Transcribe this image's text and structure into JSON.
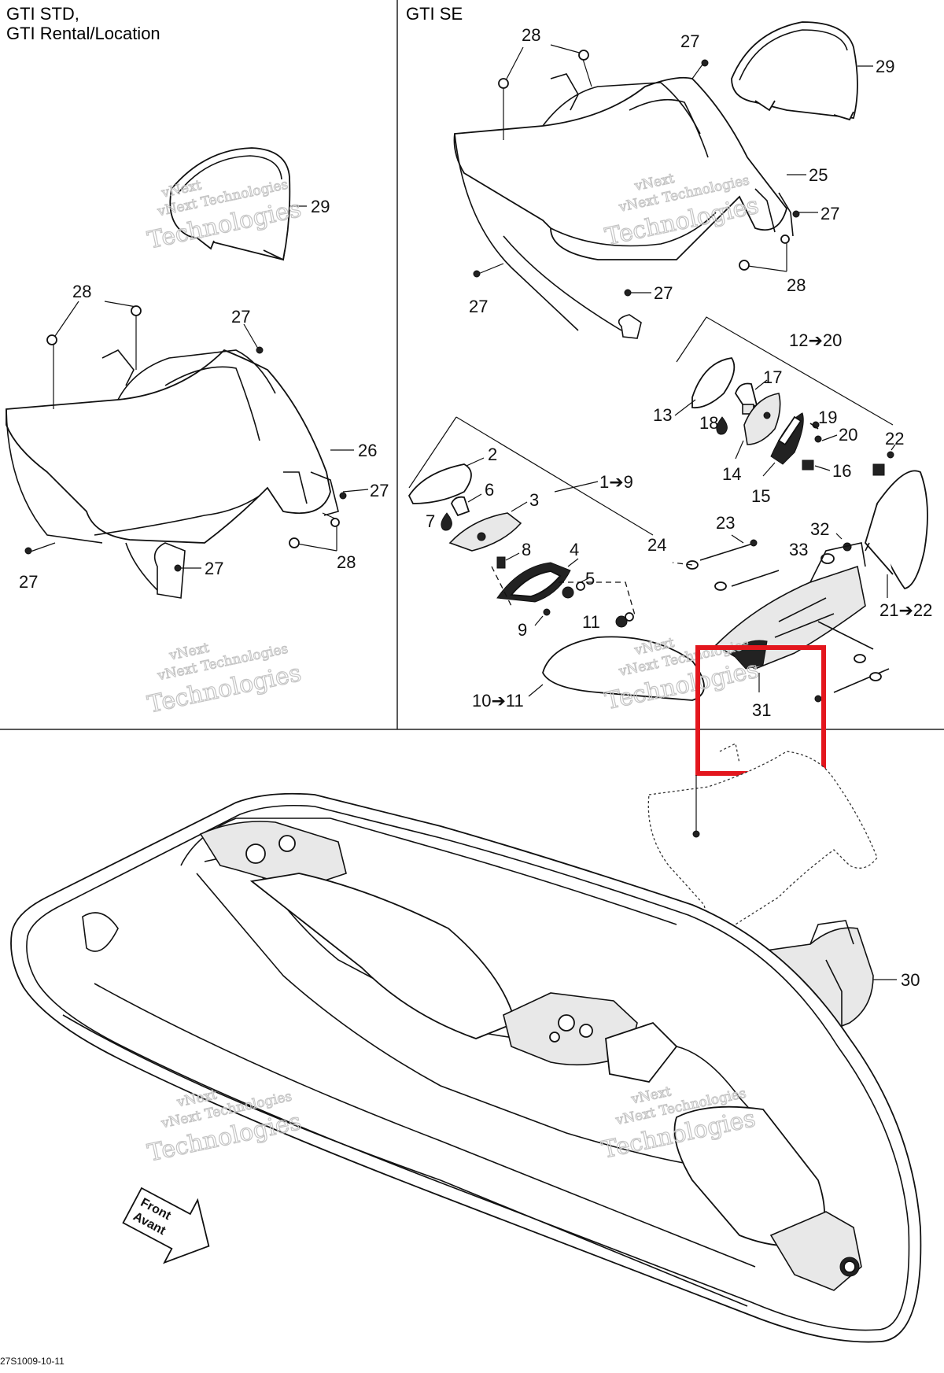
{
  "sections": {
    "gti_std_line1": "GTI STD,",
    "gti_std_line2": "GTI Rental/Location",
    "gti_se": "GTI SE"
  },
  "callouts": {
    "std_28": "28",
    "std_29": "29",
    "std_27_top": "27",
    "std_26": "26",
    "std_27_right": "27",
    "std_27_left": "27",
    "std_27_bottom": "27",
    "std_28_bottom": "28",
    "se_28_top": "28",
    "se_27_top": "27",
    "se_29": "29",
    "se_25": "25",
    "se_27_right": "27",
    "se_28_right": "28",
    "se_27_left": "27",
    "se_27_mid": "27",
    "p12_20": "12➔20",
    "p17": "17",
    "p13": "13",
    "p18": "18",
    "p19": "19",
    "p20": "20",
    "p14": "14",
    "p15": "15",
    "p16": "16",
    "p22": "22",
    "p2": "2",
    "p1_9": "1➔9",
    "p6": "6",
    "p3": "3",
    "p7": "7",
    "p8": "8",
    "p4": "4",
    "p5": "5",
    "p9": "9",
    "p11": "11",
    "p10_11": "10➔11",
    "p23": "23",
    "p24": "24",
    "p32": "32",
    "p33": "33",
    "p21_22": "21➔22",
    "p31": "31",
    "p30": "30"
  },
  "watermark": {
    "line1": "vNext",
    "line2": "vNext Technologies",
    "line3": "Technologies"
  },
  "direction_arrow": {
    "line1": "Front",
    "line2": "Avant"
  },
  "footer_code": "27S1009-10-11",
  "colors": {
    "highlight": "#e3161d",
    "ink": "#111111",
    "watermark": "#c4c4c4"
  }
}
